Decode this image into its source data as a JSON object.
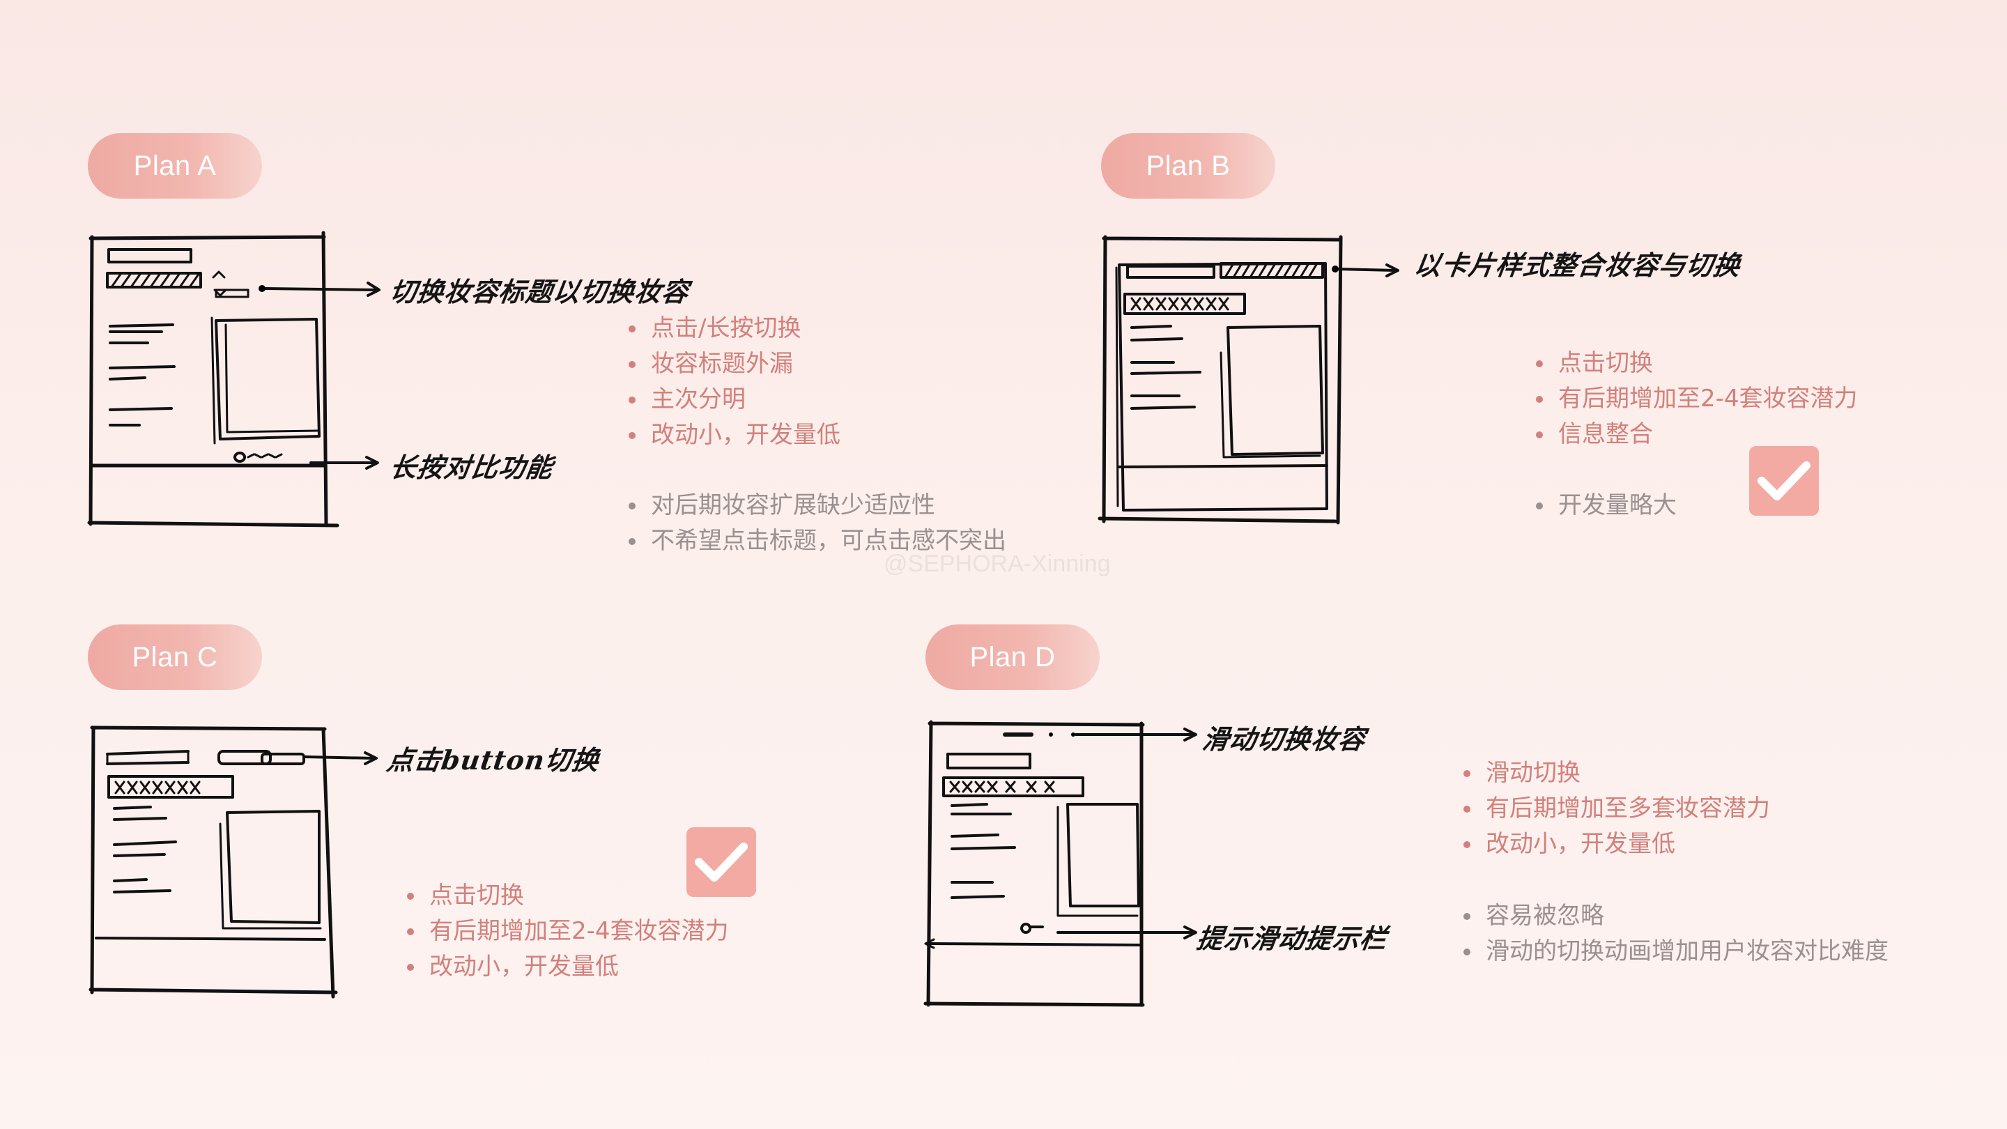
{
  "colors": {
    "accent": "#f0aca5",
    "pro_text": "#d2807b",
    "con_text": "#9a9090",
    "background": "#fbece9"
  },
  "watermark": "@SEPHORA-Xinning",
  "plans": {
    "a": {
      "label": "Plan A",
      "annotations": [
        "切换妆容标题以切换妆容",
        "长按对比功能"
      ],
      "pros": [
        "点击/长按切换",
        "妆容标题外漏",
        "主次分明",
        "改动小，开发量低"
      ],
      "cons": [
        "对后期妆容扩展缺少适应性",
        "不希望点击标题，可点击感不突出"
      ]
    },
    "b": {
      "label": "Plan B",
      "annotations": [
        "以卡片样式整合妆容与切换"
      ],
      "pros": [
        "点击切换",
        "有后期增加至2-4套妆容潜力",
        "信息整合"
      ],
      "cons": [
        "开发量略大"
      ],
      "check_icon": "checkmark-icon"
    },
    "c": {
      "label": "Plan C",
      "annotations": [
        "点击button切换"
      ],
      "pros": [
        "点击切换",
        "有后期增加至2-4套妆容潜力",
        "改动小，开发量低"
      ],
      "check_icon": "checkmark-icon"
    },
    "d": {
      "label": "Plan D",
      "annotations": [
        "滑动切换妆容",
        "提示滑动提示栏"
      ],
      "pros": [
        "滑动切换",
        "有后期增加至多套妆容潜力",
        "改动小，开发量低"
      ],
      "cons": [
        "容易被忽略",
        "滑动的切换动画增加用户妆容对比难度"
      ]
    }
  }
}
